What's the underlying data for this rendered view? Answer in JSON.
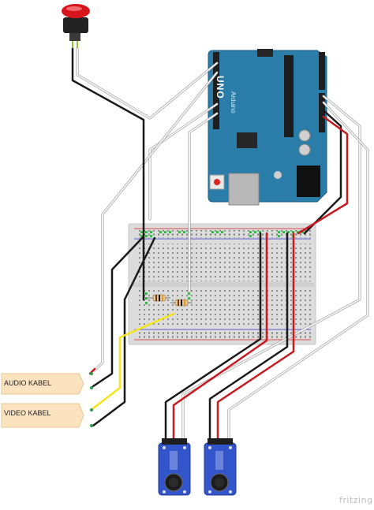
{
  "labels": {
    "audio": "AUDIO KABEL",
    "video": "VIDEO KABEL"
  },
  "board": {
    "model": "UNO",
    "brand": "Arduino"
  },
  "watermark": "fritzing",
  "colors": {
    "arduino": "#2a7da8",
    "breadboard": "#d9d9d9",
    "wire_red": "#c8191e",
    "wire_black": "#1a1a1a",
    "wire_white": "#f2f2f2",
    "wire_yellow": "#f4e51a",
    "sensor": "#3355cc",
    "button": "#d8141c",
    "label_tag": "#fbe3c0"
  }
}
